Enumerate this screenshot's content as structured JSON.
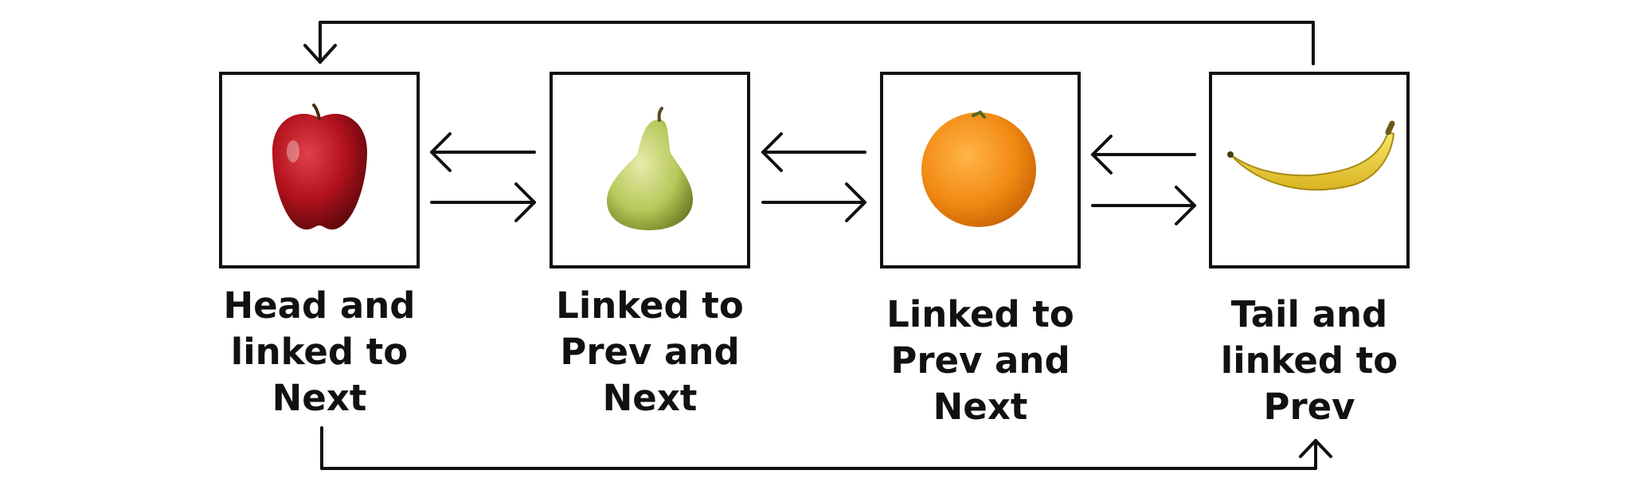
{
  "diagram": {
    "nodes": [
      {
        "fruit": "apple-icon",
        "label_lines": [
          "Head and",
          "linked to",
          "Next"
        ]
      },
      {
        "fruit": "pear-icon",
        "label_lines": [
          "Linked to",
          "Prev and",
          "Next"
        ]
      },
      {
        "fruit": "orange-icon",
        "label_lines": [
          "Linked to",
          "Prev and",
          "Next"
        ]
      },
      {
        "fruit": "banana-icon",
        "label_lines": [
          "Tail and",
          "linked to",
          "Prev"
        ]
      }
    ],
    "colors": {
      "stroke": "#111111",
      "apple": "#b3121c",
      "pear": "#b8c85a",
      "orange": "#f28a12",
      "banana": "#f1d53a"
    }
  }
}
